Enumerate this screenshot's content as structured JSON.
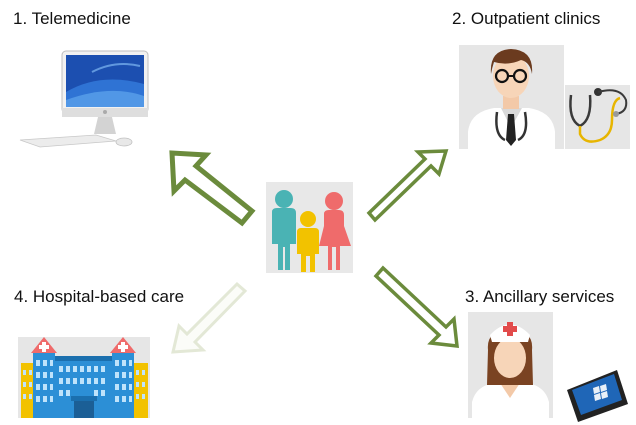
{
  "diagram": {
    "center": {
      "icon": "family-icon"
    },
    "nodes": [
      {
        "id": "telemedicine",
        "label": "1. Telemedicine",
        "icon": "desktop-computer-icon"
      },
      {
        "id": "outpatient",
        "label": "2. Outpatient clinics",
        "icon": "doctor-icon",
        "extra_icon": "stethoscope-icon"
      },
      {
        "id": "ancillary",
        "label": "3. Ancillary services",
        "icon": "nurse-icon",
        "extra_icon": "tablet-icon"
      },
      {
        "id": "hospital",
        "label": "4. Hospital-based care",
        "icon": "hospital-icon"
      }
    ]
  },
  "colors": {
    "arrow_green": "#6b8b3c",
    "arrow_faded": "#e8ecdc",
    "family_teal": "#4ab3b4",
    "family_yellow": "#f2c200",
    "family_red": "#ef6b6b"
  }
}
